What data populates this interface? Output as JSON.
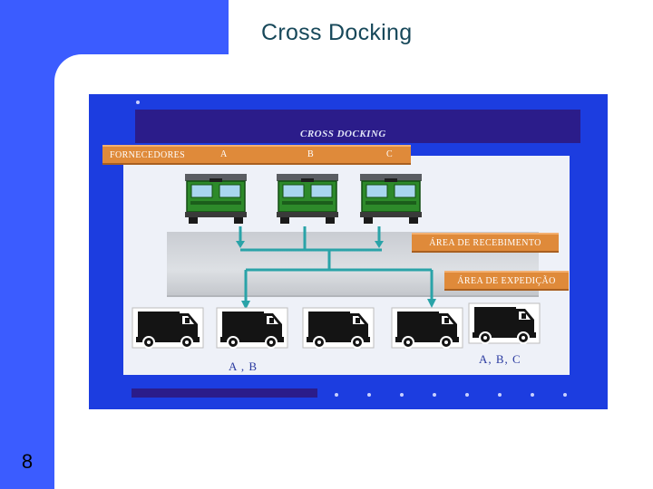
{
  "slide": {
    "title": "Cross Docking",
    "page_number": "8"
  },
  "diagram": {
    "title": "CROSS DOCKING",
    "suppliers_label": "FORNECEDORES",
    "suppliers": [
      "A",
      "B",
      "C"
    ],
    "receiving_area": "ÁREA DE RECEBIMENTO",
    "shipping_area": "ÁREA DE EXPEDIÇÃO",
    "destinations": [
      {
        "label": "A , B"
      },
      {
        "label": "A, B, C"
      }
    ],
    "colors": {
      "frame": "#1c3de0",
      "label": "#df8a3a",
      "truck": "#2d8a2a",
      "flow": "#2aa3a8"
    }
  }
}
